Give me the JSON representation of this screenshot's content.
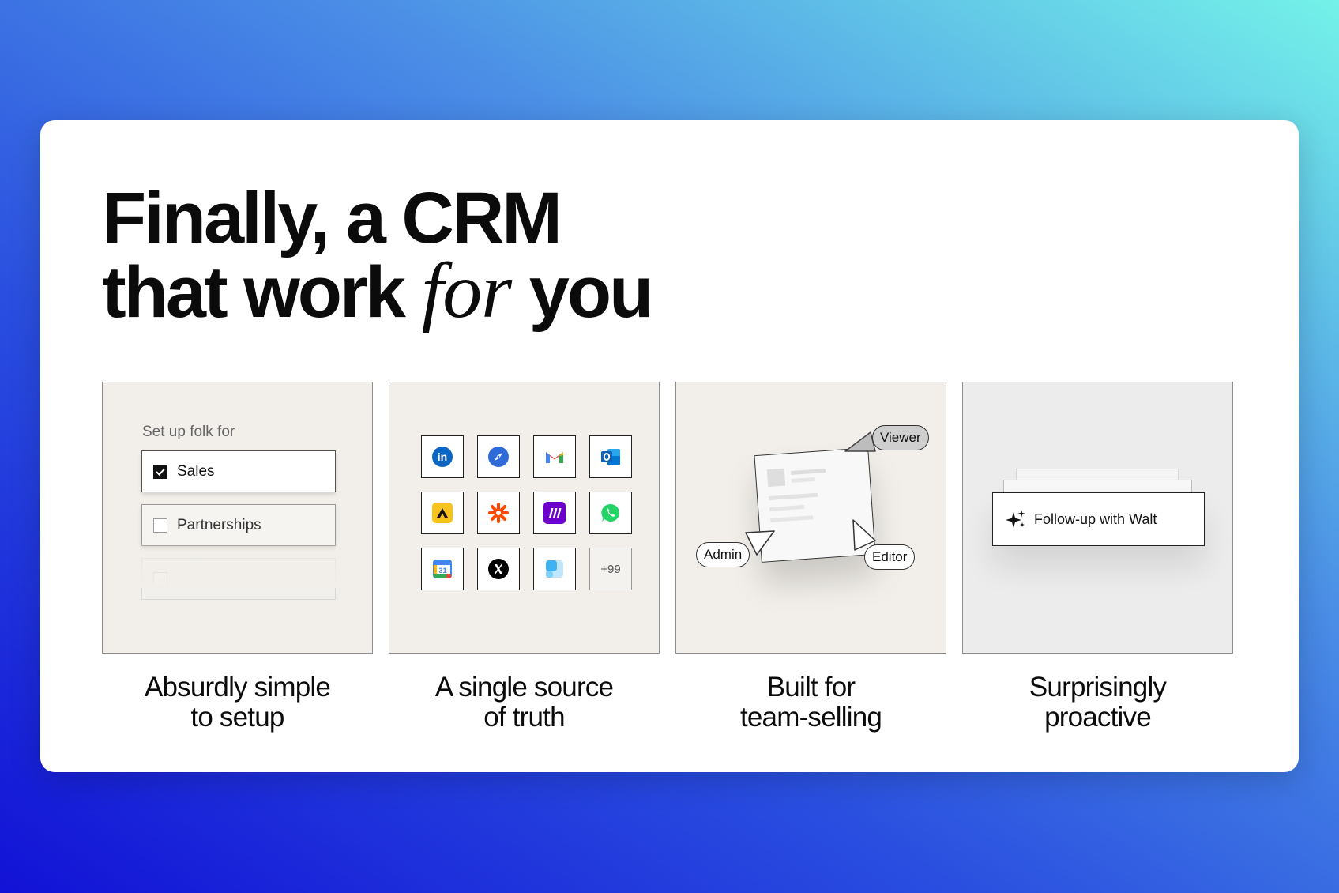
{
  "headline": {
    "line1": "Finally, a CRM",
    "line2_before": "that work ",
    "line2_emphasis": "for",
    "line2_after": " you"
  },
  "features": [
    {
      "caption_line1": "Absurdly simple",
      "caption_line2": "to setup",
      "setup": {
        "label": "Set up folk for",
        "options": [
          {
            "label": "Sales",
            "checked": true
          },
          {
            "label": "Partnerships",
            "checked": false
          }
        ]
      }
    },
    {
      "caption_line1": "A single source",
      "caption_line2": "of truth",
      "integrations": {
        "icons": [
          "linkedin-icon",
          "safari-icon",
          "gmail-icon",
          "outlook-icon",
          "lemlist-icon",
          "zapier-icon",
          "make-icon",
          "whatsapp-icon",
          "google-calendar-icon",
          "x-icon",
          "folk-icon"
        ],
        "more_label": "+99"
      }
    },
    {
      "caption_line1": "Built for",
      "caption_line2": "team-selling",
      "roles": {
        "viewer": "Viewer",
        "admin": "Admin",
        "editor": "Editor"
      }
    },
    {
      "caption_line1": "Surprisingly",
      "caption_line2": "proactive",
      "action_label": "Follow-up with Walt"
    }
  ],
  "colors": {
    "background_gradient": [
      "#1212d6",
      "#4b8fe6",
      "#74f2e8"
    ],
    "card": "#ffffff",
    "tile": "#f2efea",
    "text": "#0b0b0b"
  }
}
